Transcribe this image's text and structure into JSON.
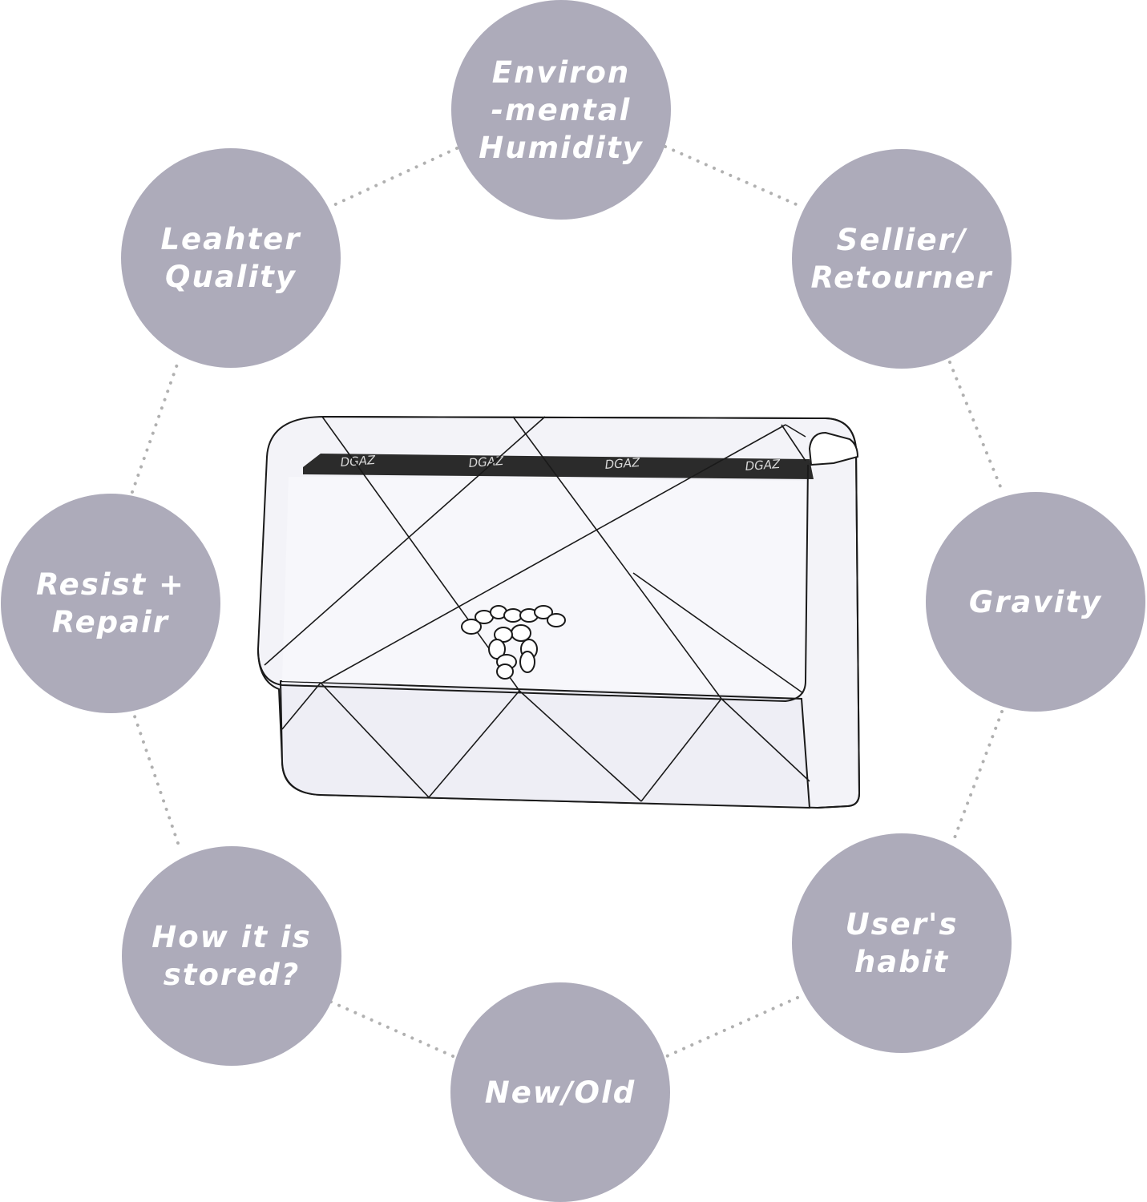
{
  "colors": {
    "node_fill": "#adabba",
    "node_text": "#ffffff",
    "connector": "#b0b0b0",
    "bag_outline": "#1a1a1a",
    "bag_fill": "#f2f2f7",
    "bag_band": "#2b2b2b"
  },
  "nodes": {
    "environmental_humidity": "Environ\n-mental\nHumidity",
    "sellier_retourner": "Sellier/\nRetourner",
    "gravity": "Gravity",
    "users_habit": "User's\nhabit",
    "new_old": "New/Old",
    "how_stored": "How it is\nstored?",
    "resist_repair": "Resist +\nRepair",
    "leather_quality": "Leahter\nQuality"
  },
  "bag": {
    "brand": "DGAZ"
  }
}
